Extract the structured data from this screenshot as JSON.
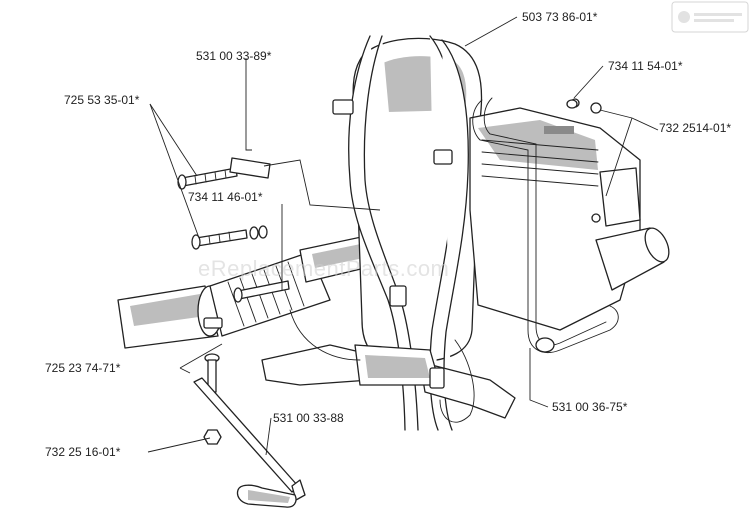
{
  "diagram": {
    "watermark": "eReplacementParts.com",
    "parts": [
      {
        "id": "backpack-frame",
        "number": "503 73 86-01*"
      },
      {
        "id": "decal",
        "number": "531 00 33-89*"
      },
      {
        "id": "washer",
        "number": "734 11 54-01*"
      },
      {
        "id": "screw",
        "number": "725 53 35-01*"
      },
      {
        "id": "nut",
        "number": "732 2514-01*"
      },
      {
        "id": "washer-small",
        "number": "734 11 46-01*"
      },
      {
        "id": "bolt",
        "number": "725 23 74-71*"
      },
      {
        "id": "throttle-rod",
        "number": "531 00 33-88"
      },
      {
        "id": "nut-small",
        "number": "732 25 16-01*"
      },
      {
        "id": "tube-bracket",
        "number": "531 00 36-75*"
      }
    ],
    "colors": {
      "line": "#222222",
      "shade": "#bdbdbd",
      "background": "#ffffff"
    },
    "icons": [
      "brand-logo-icon"
    ]
  }
}
